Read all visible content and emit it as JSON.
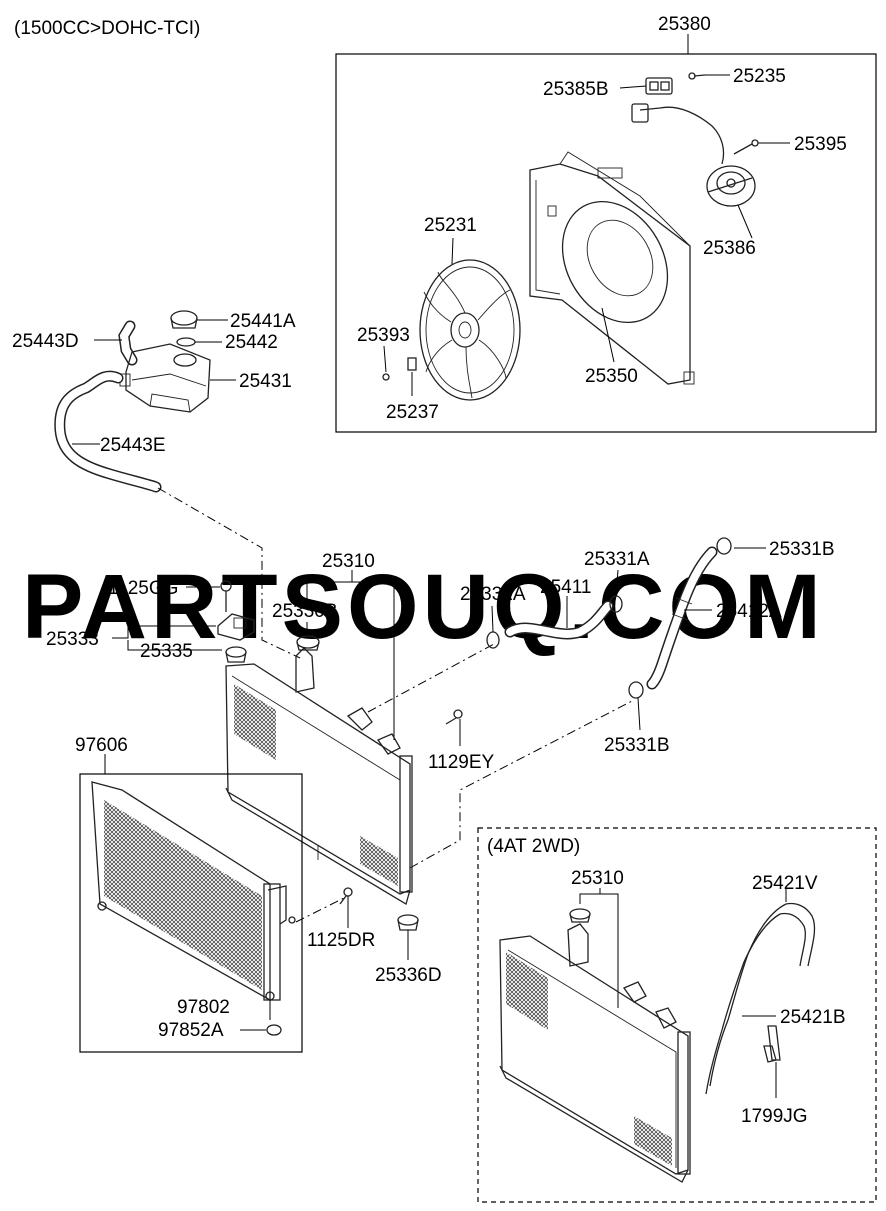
{
  "header": {
    "engine_spec": "(1500CC>DOHC-TCI)",
    "variant_box_title": "(4AT 2WD)"
  },
  "watermark": "PARTSOUQ.COM",
  "labels": {
    "p25380": "25380",
    "p25385B": "25385B",
    "p25235": "25235",
    "p25395": "25395",
    "p25386": "25386",
    "p25231": "25231",
    "p25393": "25393",
    "p25237": "25237",
    "p25350": "25350",
    "p25441A": "25441A",
    "p25442": "25442",
    "p25443D": "25443D",
    "p25431": "25431",
    "p25443E": "25443E",
    "p25310": "25310",
    "p1125GG": "1125GG",
    "p25330B": "25330B",
    "p25333": "25333",
    "p25335": "25335",
    "p25331A_left": "25331A",
    "p25411": "25411",
    "p25331A_right": "25331A",
    "p25331B_top": "25331B",
    "p25412A": "25412A",
    "p1129EY": "1129EY",
    "p25331B_bottom": "25331B",
    "p97606": "97606",
    "p1125DR": "1125DR",
    "p25336D": "25336D",
    "p97802": "97802",
    "p97852A": "97852A",
    "p25310_4at": "25310",
    "p25421V": "25421V",
    "p25421B": "25421B",
    "p1799JG": "1799JG"
  }
}
